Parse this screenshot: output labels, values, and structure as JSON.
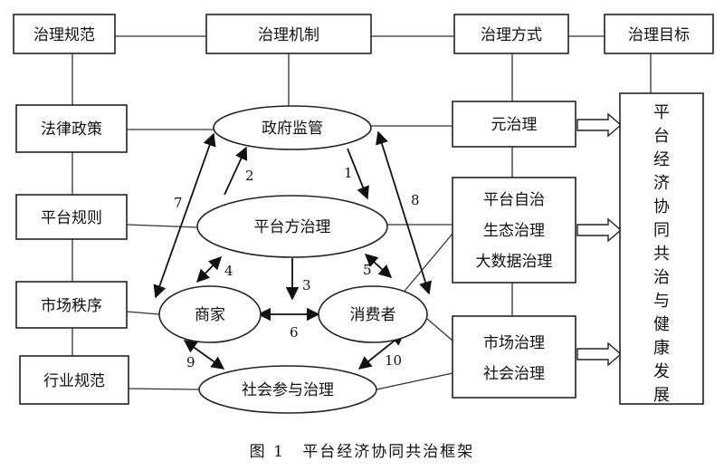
{
  "nodes": {
    "governance_norms": "治理规范",
    "governance_mechanism": "治理机制",
    "governance_mode": "治理方式",
    "governance_goal": "治理目标",
    "laws_policies": "法律政策",
    "platform_rules": "平台规则",
    "market_order": "市场秩序",
    "industry_norms": "行业规范",
    "government_regulation": "政府监管",
    "platform_governance": "平台方治理",
    "merchants": "商家",
    "consumers": "消费者",
    "social_participation": "社会参与治理",
    "meta_governance": "元治理",
    "platform_self_governance": "平台自治",
    "ecological_governance": "生态治理",
    "big_data_governance": "大数据治理",
    "market_governance": "市场治理",
    "social_governance": "社会治理",
    "goal_text": "平台经济协同共治与健康发展"
  },
  "arrows": {
    "a1": "1",
    "a2": "2",
    "a3": "3",
    "a4": "4",
    "a5": "5",
    "a6": "6",
    "a7": "7",
    "a8": "8",
    "a9": "9",
    "a10": "10"
  },
  "caption": {
    "figure": "图 1",
    "title": "平台经济协同共治框架"
  }
}
